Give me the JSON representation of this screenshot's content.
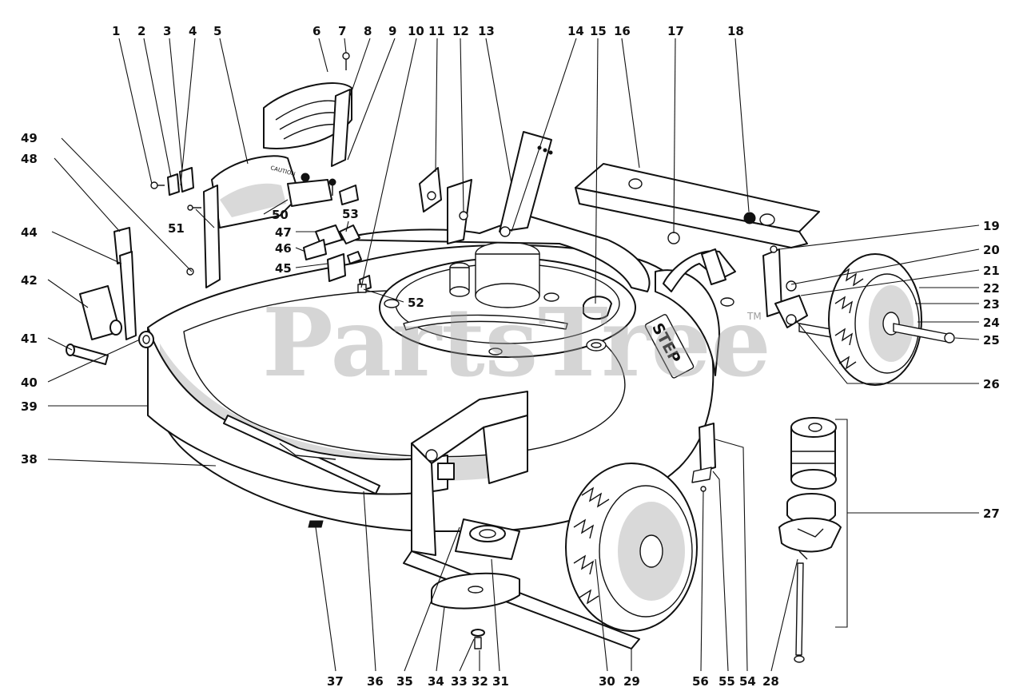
{
  "watermark": {
    "text": "PartsTree",
    "tm": "TM"
  },
  "decal": {
    "brand": "STEP"
  },
  "chute_decal": {
    "text": "CAUTION"
  },
  "callouts": [
    "1",
    "2",
    "3",
    "4",
    "5",
    "6",
    "7",
    "8",
    "9",
    "10",
    "11",
    "12",
    "13",
    "14",
    "15",
    "16",
    "17",
    "18",
    "19",
    "20",
    "21",
    "22",
    "23",
    "24",
    "25",
    "26",
    "27",
    "28",
    "29",
    "30",
    "31",
    "32",
    "33",
    "34",
    "35",
    "36",
    "37",
    "38",
    "39",
    "40",
    "41",
    "42",
    "44",
    "45",
    "46",
    "47",
    "48",
    "49",
    "50",
    "51",
    "52",
    "53",
    "54",
    "55",
    "56"
  ]
}
